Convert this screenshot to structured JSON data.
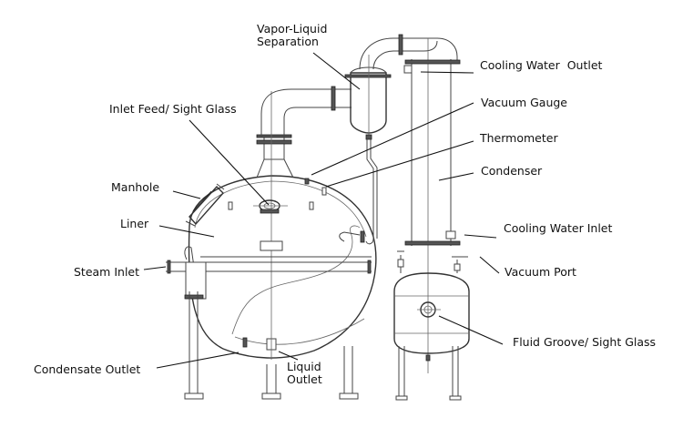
{
  "title": "Vacuum Concentrator Equipment Diagram",
  "labels": {
    "vapor_liquid_separation_1": "Vapor-Liquid",
    "vapor_liquid_separation_2": "Separation",
    "cooling_water_outlet": "Cooling Water  Outlet",
    "inlet_feed_sight_glass": "Inlet Feed/ Sight Glass",
    "vacuum_gauge": "Vacuum Gauge",
    "thermometer": "Thermometer",
    "condenser": "Condenser",
    "manhole": "Manhole",
    "liner": "Liner",
    "cooling_water_inlet": "Cooling Water Inlet",
    "steam_inlet": "Steam Inlet",
    "vacuum_port": "Vacuum Port",
    "fluid_groove_sight_glass": "Fluid Groove/ Sight Glass",
    "condensate_outlet": "Condensate Outlet",
    "liquid_outlet_1": "Liquid",
    "liquid_outlet_2": "Outlet"
  }
}
